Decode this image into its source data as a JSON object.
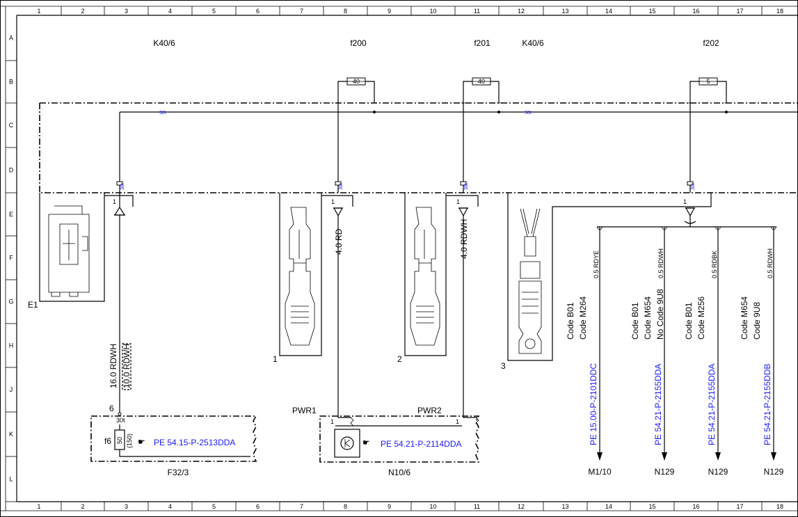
{
  "grid": {
    "columns": [
      "1",
      "2",
      "3",
      "4",
      "5",
      "6",
      "7",
      "8",
      "9",
      "10",
      "11",
      "12",
      "13",
      "14",
      "15",
      "16",
      "17",
      "18"
    ],
    "rows": [
      "A",
      "B",
      "C",
      "D",
      "E",
      "F",
      "G",
      "H",
      "J",
      "K",
      "L"
    ]
  },
  "labels": {
    "k40_left": "K40/6",
    "k40_right": "K40/6",
    "f200": "f200",
    "f201": "f201",
    "f202": "f202",
    "fuse_f200_val": "40",
    "fuse_f201_val": "40",
    "fuse_f202_val": "5",
    "bus_30t_left": "30t",
    "bus_30t_mid": "30t",
    "pin_30t": "30t",
    "pin_1": "1",
    "e1": "E1",
    "conn_1": "1",
    "conn_2": "2",
    "conn_3": "3",
    "wire_rd": "4.0 RD",
    "wire_rdwh": "4.0 RDWH",
    "wire_16": "16.0 RDWH",
    "wire_10": "10.0 RDWH",
    "pin_6": "6",
    "f6": "f6",
    "f6_val": "50",
    "f6_val2": "(150)",
    "f32_ref": "PE 54.15-P-2513DDA",
    "f32": "F32/3",
    "pwr1": "PWR1",
    "pwr2": "PWR2",
    "n10_ref": "PE 54.21-P-2114DDA",
    "n10": "N10/6"
  },
  "branches": [
    {
      "wire": "0.5 RDYE",
      "code1": "Code B01",
      "code2": "Code M264",
      "code3": "",
      "ref": "PE 15.00-P-2101DDC",
      "dest": "M1/10"
    },
    {
      "wire": "0.5 RDWH",
      "code1": "Code B01",
      "code2": "Code M654",
      "code3": "No Code 9U8",
      "ref": "PE 54.21-P-2155DDA",
      "dest": "N129"
    },
    {
      "wire": "0.5 RDBK",
      "code1": "Code B01",
      "code2": "Code M256",
      "code3": "",
      "ref": "PE 54.21-P-2155DDA",
      "dest": "N129"
    },
    {
      "wire": "0.5 RDWH",
      "code1": "Code M654",
      "code2": "Code 9U8",
      "code3": "",
      "ref": "PE 54.21-P-2155DDB",
      "dest": "N129"
    }
  ]
}
